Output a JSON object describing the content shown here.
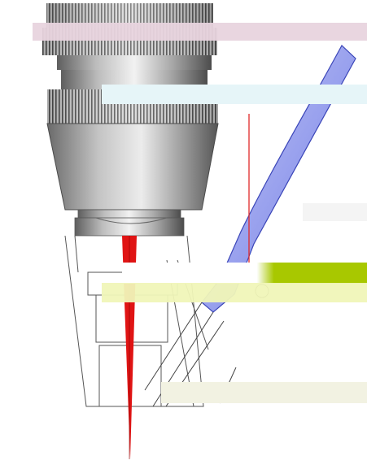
{
  "diagram": {
    "components": [
      {
        "id": "lens-housing",
        "kind": "cylinder"
      },
      {
        "id": "focusing-cone",
        "kind": "cone"
      },
      {
        "id": "nozzle-tip",
        "kind": "nozzle"
      },
      {
        "id": "laser-beam",
        "kind": "beam"
      },
      {
        "id": "feed-tube",
        "kind": "tube"
      },
      {
        "id": "powder-nozzle",
        "kind": "nozzle"
      },
      {
        "id": "annotation-arrow",
        "kind": "arrow"
      }
    ],
    "labels": [
      "",
      "",
      "",
      "",
      "",
      ""
    ],
    "colors": {
      "beam": "#e01414",
      "tube": "#9aa2ee",
      "tube_edge": "#3a45b8",
      "metal_light": "#e0e0e0",
      "metal_dark": "#5a5a5a",
      "arrow": "#e02a2a",
      "band_pink": "#e8d4de",
      "band_cyan": "#e6f5f8",
      "band_green": "#a8c800",
      "band_yellow": "#f0f6b8",
      "band_beige": "#f2f2e2"
    }
  }
}
